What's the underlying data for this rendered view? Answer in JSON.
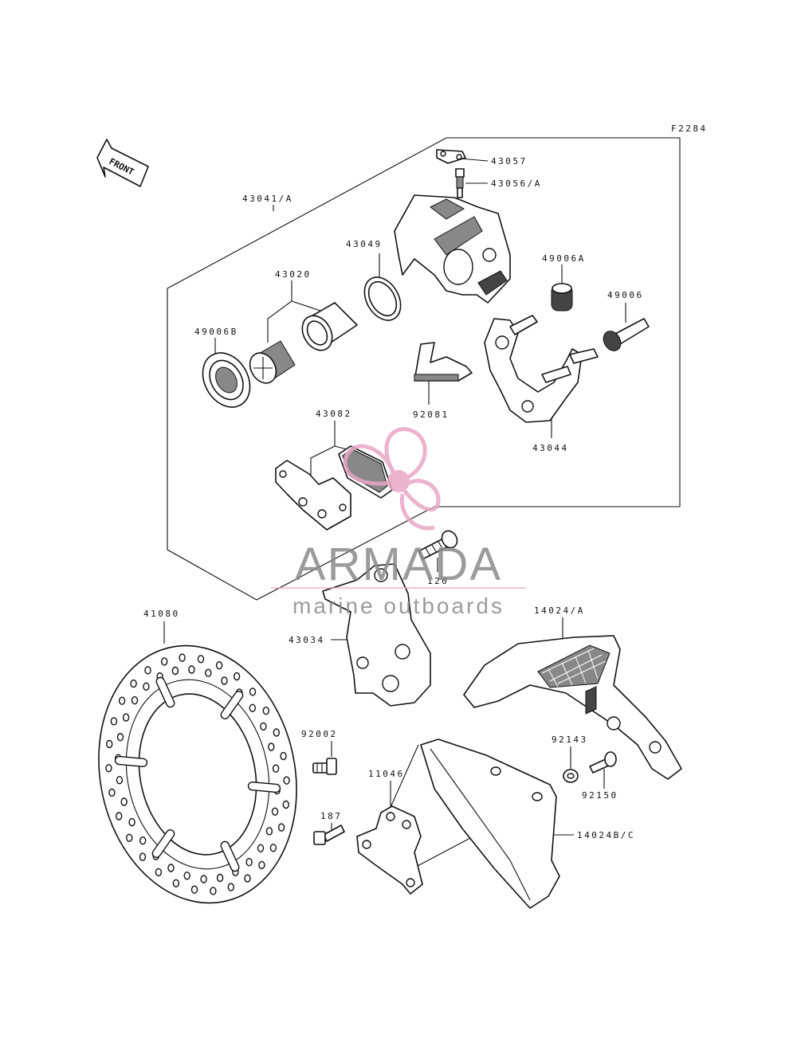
{
  "diagram": {
    "figure_code": "F2284",
    "front_arrow_label": "FRONT",
    "labels": {
      "p43057": "43057",
      "p43056": "43056/A",
      "p43041": "43041/A",
      "p43049": "43049",
      "p49006a": "49006A",
      "p43020": "43020",
      "p49006": "49006",
      "p49006b": "49006B",
      "p92081": "92081",
      "p43082": "43082",
      "p43044": "43044",
      "p120": "120",
      "p41080": "41080",
      "p14024a": "14024/A",
      "p43034": "43034",
      "p92002": "92002",
      "p92143": "92143",
      "p11046": "11046",
      "p92150": "92150",
      "p187": "187",
      "p14024bc": "14024B/C"
    }
  },
  "watermark": {
    "brand": "ARMADA",
    "tagline": "marine outboards",
    "accent_color": "#e8a6c4",
    "text_color": "#8a8a8a"
  }
}
